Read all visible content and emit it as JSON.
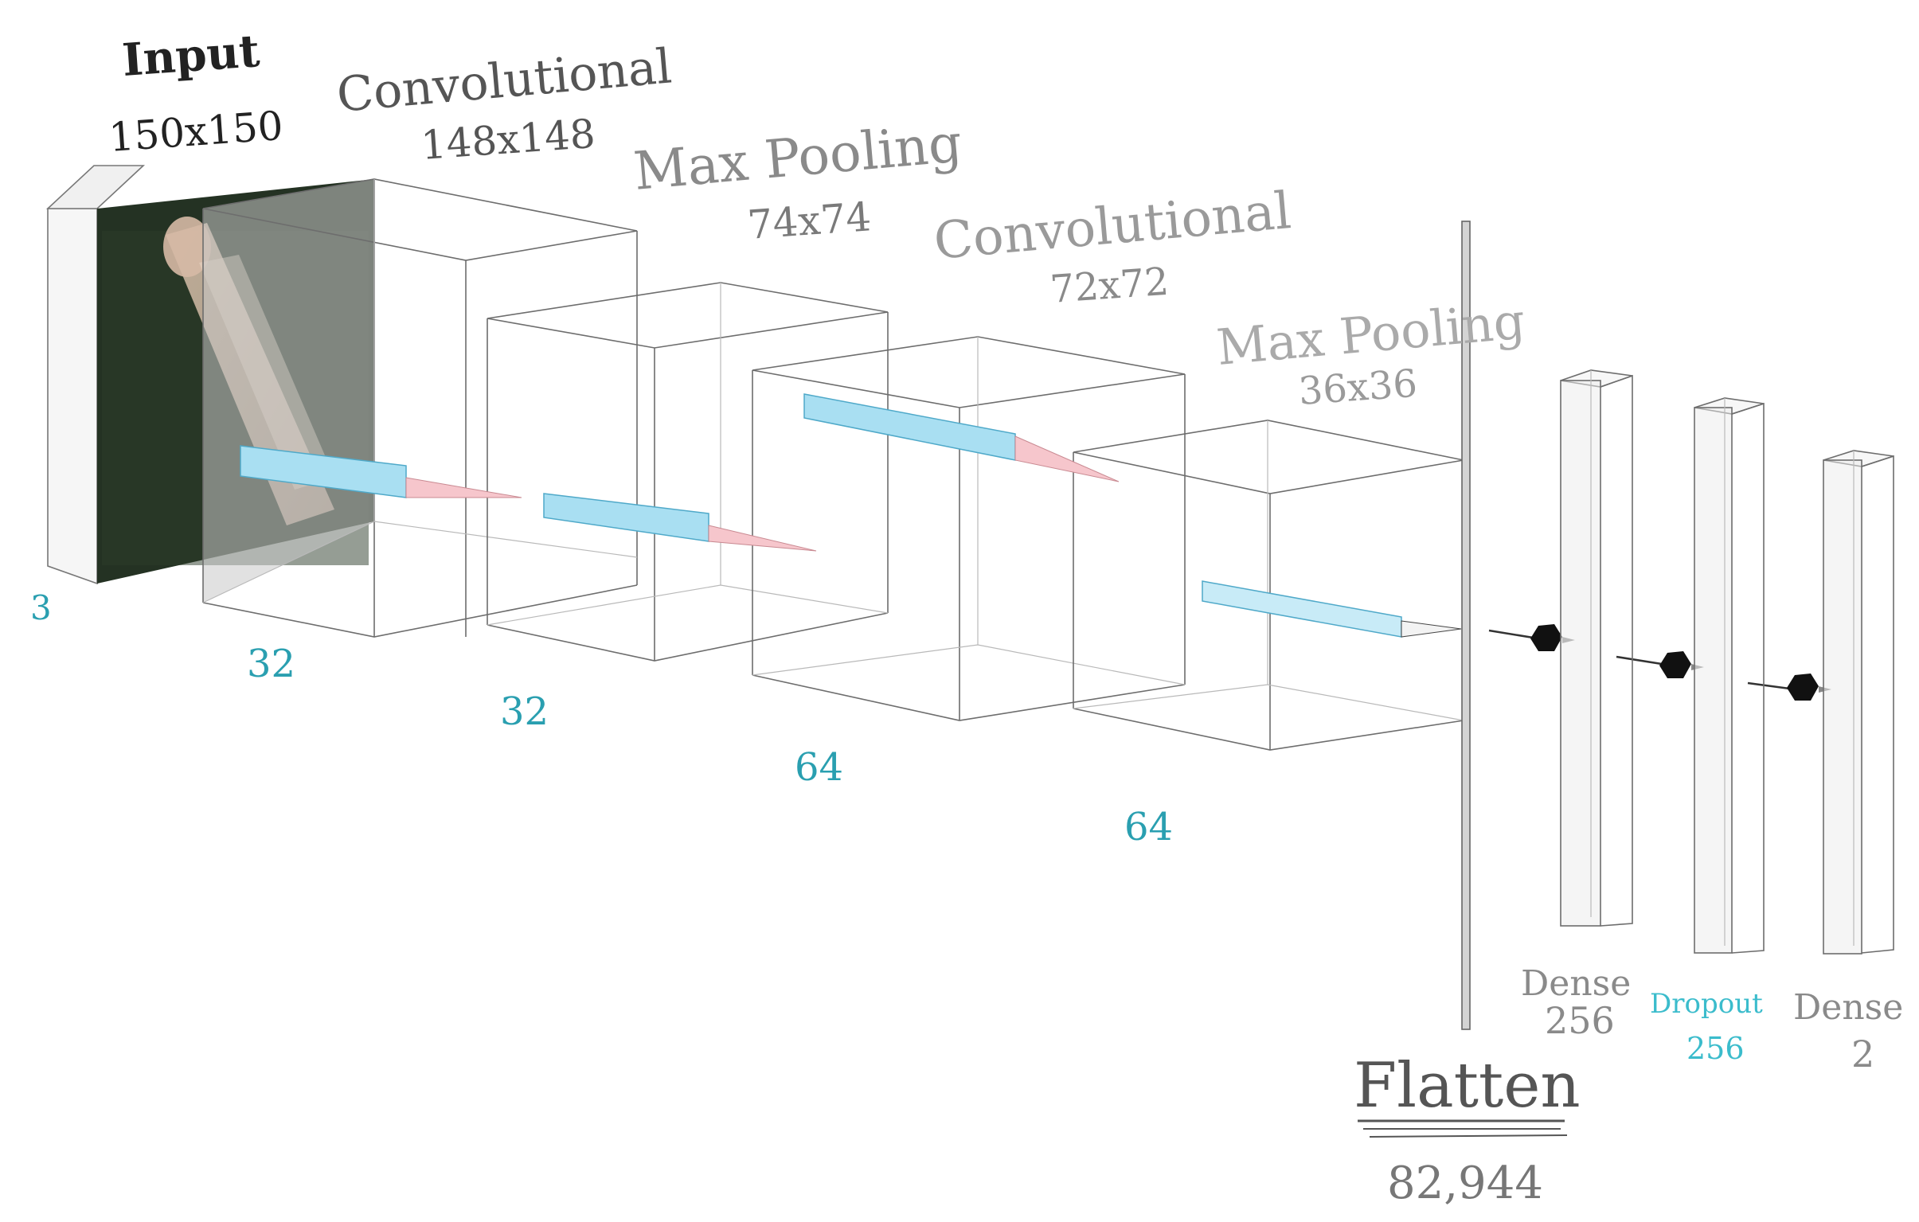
{
  "layers": [
    {
      "name": "Input",
      "size": "150x150",
      "channels": "3"
    },
    {
      "name": "Convolutional",
      "size": "148x148",
      "channels": "32"
    },
    {
      "name": "Max Pooling",
      "size": "74x74",
      "channels": "32"
    },
    {
      "name": "Convolutional",
      "size": "72x72",
      "channels": "64"
    },
    {
      "name": "Max Pooling",
      "size": "36x36",
      "channels": "64"
    }
  ],
  "flatten": {
    "name": "Flatten",
    "size": "82,944"
  },
  "dense_layers": [
    {
      "name": "Dense",
      "units": "256"
    },
    {
      "name": "Dropout",
      "units": "256"
    },
    {
      "name": "Dense",
      "units": "2"
    }
  ],
  "colors": {
    "channel_text": "#2a9fb0",
    "dropout_text": "#3bbccc",
    "kernel_fill": "#a9dff2",
    "kernel_stroke": "#4fa9c9",
    "cone_fill": "#f6c6cc",
    "label_dark": "#222222",
    "label_mid": "#555555",
    "label_light": "#8a8a8a",
    "label_faint": "#aaaaaa",
    "input_image_dark": "#243223"
  }
}
